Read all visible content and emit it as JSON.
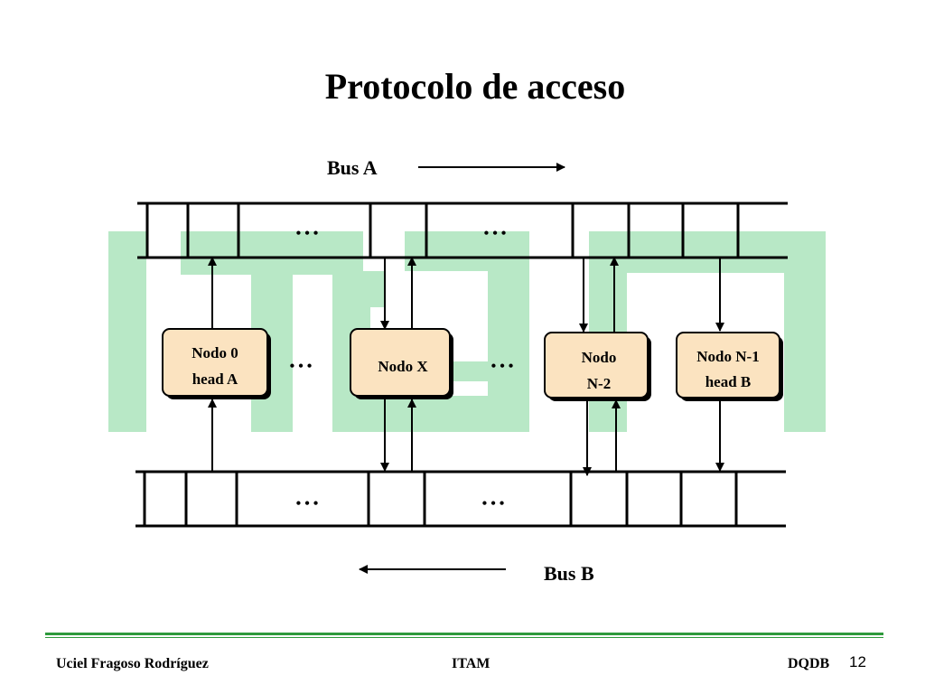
{
  "slide": {
    "title": "Protocolo de acceso",
    "page_number": "12"
  },
  "diagram": {
    "bus_a_label": "Bus A",
    "bus_b_label": "Bus B",
    "ellipsis": "• • •",
    "nodes": [
      {
        "line1": "Nodo 0",
        "line2": "head A"
      },
      {
        "line1": "Nodo X",
        "line2": ""
      },
      {
        "line1": "Nodo",
        "line2": "N-2"
      },
      {
        "line1": "Nodo N-1",
        "line2": "head B"
      }
    ]
  },
  "footer": {
    "author": "Uciel Fragoso Rodríguez",
    "institution": "ITAM",
    "topic": "DQDB"
  },
  "colors": {
    "watermark": "#b8e8c6",
    "node_fill": "#fbe3c0",
    "footer_rule": "#2e9a3c"
  }
}
